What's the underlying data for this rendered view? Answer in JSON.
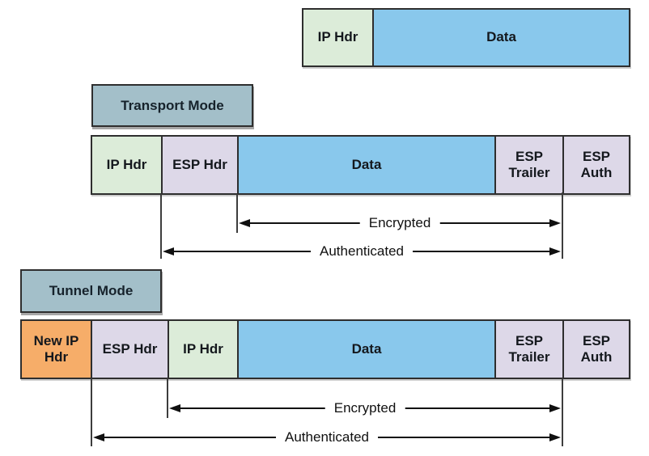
{
  "colors": {
    "field_green": "#dcecd9",
    "field_blue": "#89c8ec",
    "field_lavender": "#ddd8e8",
    "field_orange": "#f6ad69",
    "mode_bg": "#a3bfc9",
    "border_dark": "#2e2e2e"
  },
  "labels": {
    "transport_mode": "Transport Mode",
    "tunnel_mode": "Tunnel Mode",
    "encrypted": "Encrypted",
    "authenticated": "Authenticated"
  },
  "packets": {
    "original": {
      "boxes": [
        {
          "label": "IP Hdr"
        },
        {
          "label": "Data"
        }
      ]
    },
    "transport": {
      "boxes": [
        {
          "label": "IP Hdr"
        },
        {
          "label": "ESP Hdr"
        },
        {
          "label": "Data"
        },
        {
          "label": "ESP Trailer"
        },
        {
          "label": "ESP Auth"
        }
      ]
    },
    "tunnel": {
      "boxes": [
        {
          "label": "New IP Hdr"
        },
        {
          "label": "ESP Hdr"
        },
        {
          "label": "IP Hdr"
        },
        {
          "label": "Data"
        },
        {
          "label": "ESP Trailer"
        },
        {
          "label": "ESP Auth"
        }
      ]
    }
  }
}
